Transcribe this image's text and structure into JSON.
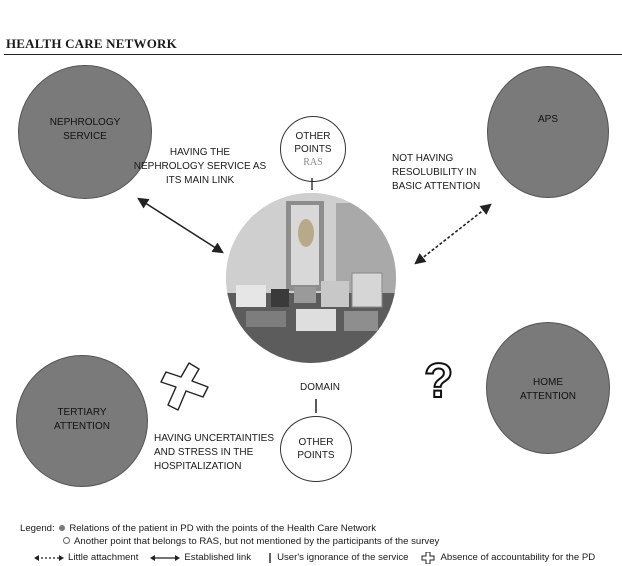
{
  "title": "HEALTH CARE NETWORK",
  "nodes": {
    "nephrology": "NEPHROLOGY\nSERVICE",
    "aps": "APS",
    "tertiary": "TERTIARY\nATTENTION",
    "home": "HOME\nATTENTION"
  },
  "other_points_top": {
    "line1": "OTHER",
    "line2": "POINTS",
    "line3": "RAS"
  },
  "other_points_bottom": {
    "line1": "OTHER",
    "line2": "POINTS"
  },
  "domain_label": "DOMAIN",
  "relations": {
    "nephrology": "HAVING THE\nNEPHROLOGY SERVICE AS\nITS MAIN LINK",
    "aps": "NOT HAVING\nRESOLUBILITY IN\nBASIC ATTENTION",
    "tertiary": "HAVING UNCERTAINTIES\nAND STRESS IN THE\nHOSPITALIZATION"
  },
  "question_mark": "?",
  "legend": {
    "label": "Legend:",
    "relations_text": "Relations of the patient in PD with the points of the Health Care Network",
    "other_point_text": "Another point that belongs to RAS, but not mentioned by the participants of the survey",
    "little_attachment": "Little attachment",
    "established_link": "Established link",
    "users_ignorance": "User's ignorance of the service",
    "absence_accountability": "Absence of accountability for the PD"
  },
  "colors": {
    "node_fill": "#7a7a7a",
    "ras_text": "#8a8a8a"
  }
}
